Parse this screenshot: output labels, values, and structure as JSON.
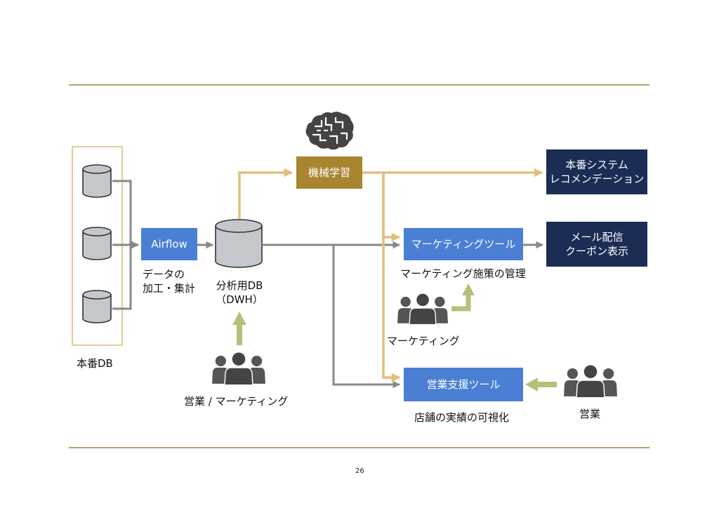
{
  "nodes": {
    "airflow": "Airflow",
    "ml": "機械学習",
    "marketing_tool": "マーケティングツール",
    "sales_tool": "営業支援ツール",
    "prod_system": "本番システム\nレコメンデーション",
    "mail": "メール配信\nクーポン表示"
  },
  "labels": {
    "prod_db": "本番DB",
    "processing": "データの\n加工・集計",
    "dwh": "分析用DB\n（DWH）",
    "sales_marketing": "営業 / マーケティング",
    "marketing_mgmt": "マーケティング施策の管理",
    "marketing": "マーケティング",
    "store_viz": "店舗の実績の可視化",
    "sales": "営業"
  },
  "icons": {
    "brain": "brain-icon",
    "people": "people-group-icon",
    "database": "database-icon"
  },
  "colors": {
    "rule": "#b7a26a",
    "blue": "#4a7fd4",
    "navy": "#1b2d55",
    "gold": "#a8852f",
    "gold_arrow": "#e0c07a",
    "green_arrow": "#b9be79",
    "gray": "#888888"
  },
  "page_number": "26"
}
